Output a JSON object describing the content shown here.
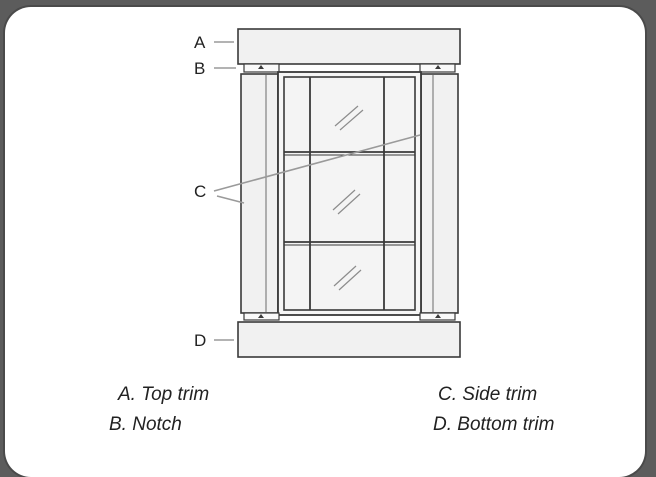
{
  "labels": {
    "a": "A",
    "b": "B",
    "c": "C",
    "d": "D"
  },
  "captions": {
    "a": "A. Top trim",
    "b": "B. Notch",
    "c": "C. Side trim",
    "d": "D. Bottom trim"
  },
  "colors": {
    "background": "#5c5c5c",
    "card": "#ffffff",
    "trim_fill": "#f1f1f1",
    "window_fill": "#f4f4f4",
    "outline": "#3a3a3a",
    "leader": "#9a9a9a"
  }
}
